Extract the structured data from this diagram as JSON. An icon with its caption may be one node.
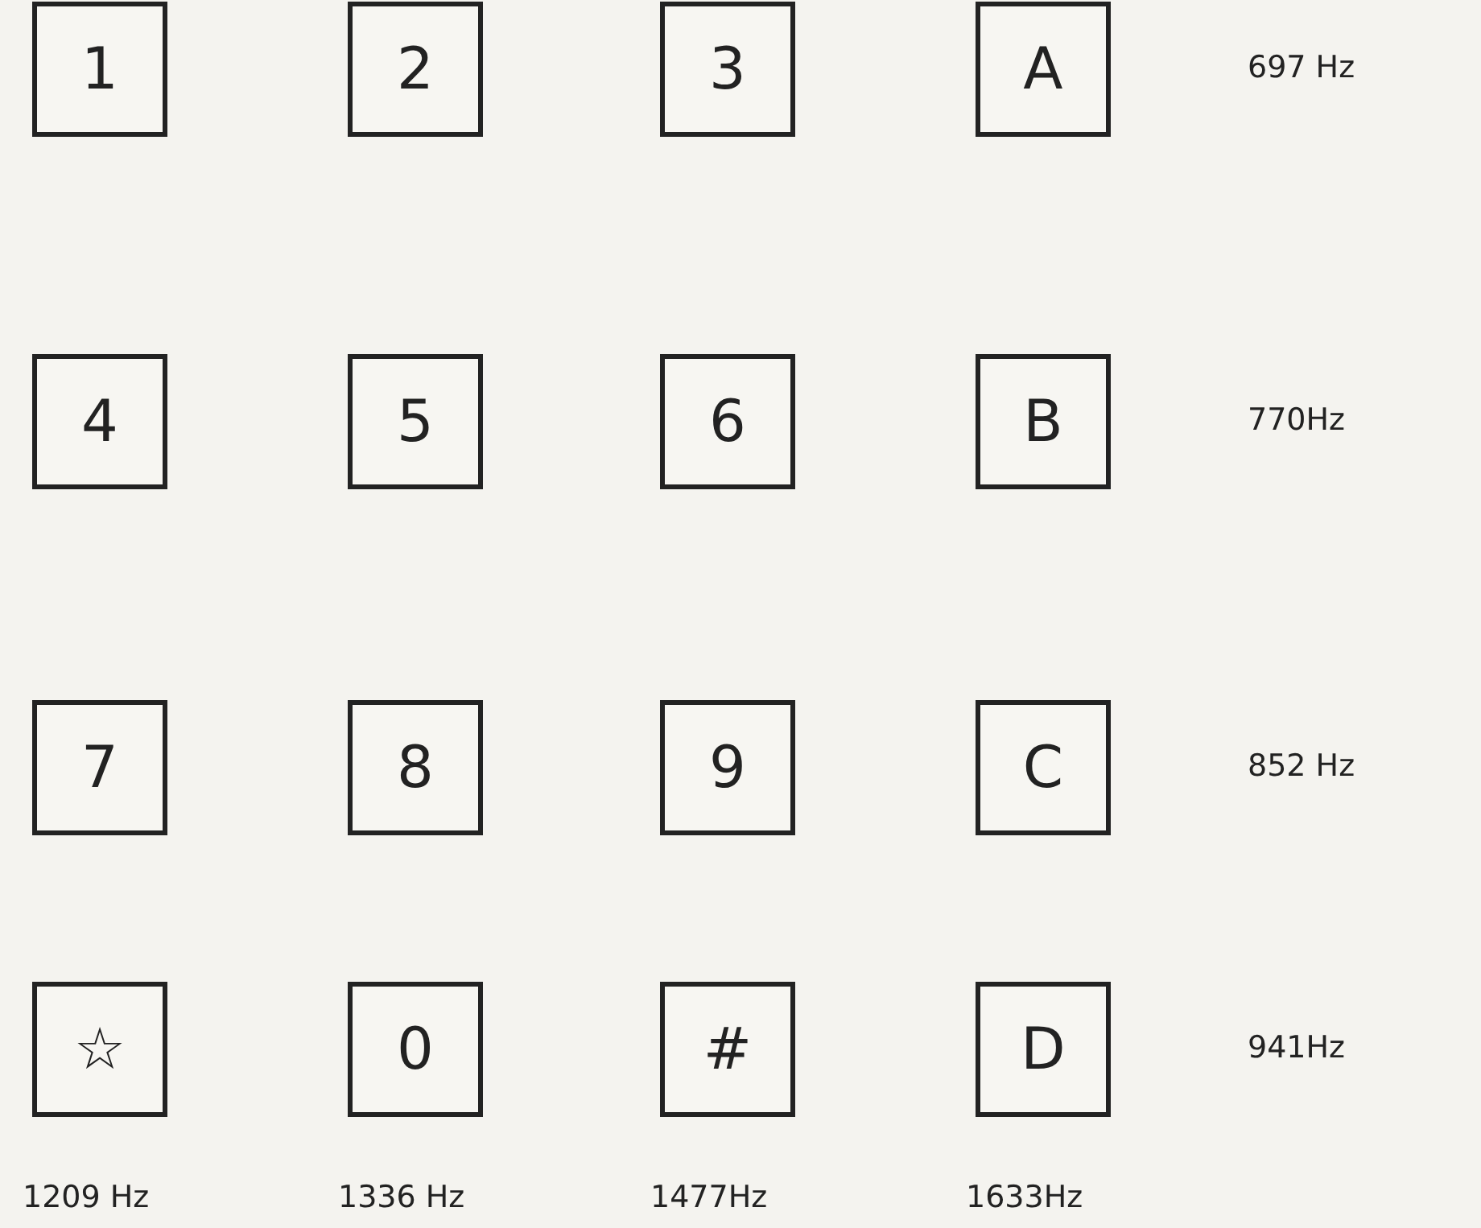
{
  "diagram": {
    "nodes": [
      {
        "text": [
          "1"
        ]
      },
      {
        "text": [
          "2"
        ]
      },
      {
        "text": [
          "3"
        ]
      },
      {
        "text": [
          "A"
        ]
      },
      {
        "text": [
          "4"
        ]
      },
      {
        "text": [
          "5"
        ]
      },
      {
        "text": [
          "6"
        ]
      },
      {
        "text": [
          "B"
        ]
      },
      {
        "text": [
          "7"
        ]
      },
      {
        "text": [
          "8"
        ]
      },
      {
        "text": [
          "9"
        ]
      },
      {
        "text": [
          "C"
        ]
      },
      {
        "text": [
          "☆"
        ]
      },
      {
        "text": [
          "0"
        ]
      },
      {
        "text": [
          "#"
        ]
      },
      {
        "text": [
          "D"
        ]
      }
    ],
    "labels": [
      "697 Hz",
      "770Hz",
      "852 Hz",
      "941Hz",
      "1209 Hz",
      "1336 Hz",
      "1477Hz",
      "1633Hz"
    ]
  }
}
